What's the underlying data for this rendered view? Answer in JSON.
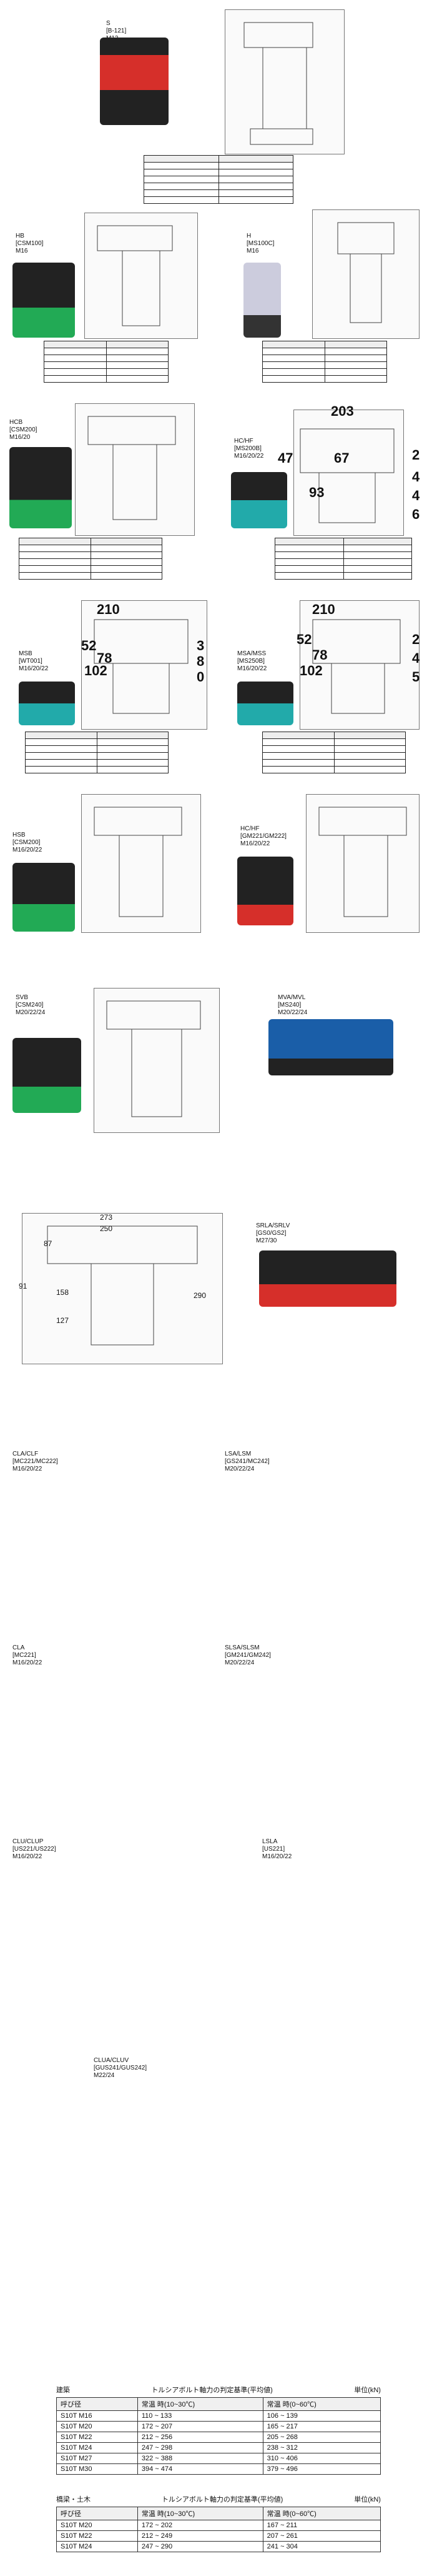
{
  "models": [
    {
      "id": "m12",
      "label_lines": [
        "S",
        "[B-121]",
        "M12"
      ]
    },
    {
      "id": "hb",
      "label_lines": [
        "HB",
        "[CSM100]",
        "M16"
      ]
    },
    {
      "id": "h",
      "label_lines": [
        "H",
        "[MS100C]",
        "M16"
      ]
    },
    {
      "id": "hcb",
      "label_lines": [
        "HCB",
        "[CSM200]",
        "M16/20"
      ]
    },
    {
      "id": "hc_hf",
      "label_lines": [
        "HC/HF",
        "[MS200B]",
        "M16/20/22"
      ]
    },
    {
      "id": "msb",
      "label_lines": [
        "MSB",
        "[WT001]",
        "M16/20/22"
      ]
    },
    {
      "id": "msa_mss",
      "label_lines": [
        "MSA/MSS",
        "[MS250B]",
        "M16/20/22"
      ]
    },
    {
      "id": "hsb",
      "label_lines": [
        "HSB",
        "[CSM200]",
        "M16/20/22"
      ]
    },
    {
      "id": "hc_hf2",
      "label_lines": [
        "HC/HF",
        "[GM221/GM222]",
        "M16/20/22"
      ]
    },
    {
      "id": "svb",
      "label_lines": [
        "SVB",
        "[CSM240]",
        "M20/22/24"
      ]
    },
    {
      "id": "mva_mvl",
      "label_lines": [
        "MVA/MVL",
        "[MS240]",
        "M20/22/24"
      ]
    },
    {
      "id": "srla",
      "label_lines": [
        "SRLA/SRLV",
        "[GS0/GS2]",
        "M27/30"
      ]
    },
    {
      "id": "cla_clf",
      "label_lines": [
        "CLA/CLF",
        "[MC221/MC222]",
        "M16/20/22"
      ]
    },
    {
      "id": "lsa_lsm",
      "label_lines": [
        "LSA/LSM",
        "[GS241/MC242]",
        "M20/22/24"
      ]
    },
    {
      "id": "cla2",
      "label_lines": [
        "CLA",
        "[MC221]",
        "M16/20/22"
      ]
    },
    {
      "id": "slsa",
      "label_lines": [
        "SLSA/SLSM",
        "[GM241/GM242]",
        "M20/22/24"
      ]
    },
    {
      "id": "clu",
      "label_lines": [
        "CLU/CLUP",
        "[US221/US222]",
        "M16/20/22"
      ]
    },
    {
      "id": "lsla",
      "label_lines": [
        "LSLA",
        "[US221]",
        "M16/20/22"
      ]
    },
    {
      "id": "clua",
      "label_lines": [
        "CLUA/CLUV",
        "[GUS241/GUS242]",
        "M22/24"
      ]
    }
  ],
  "dimensions": {
    "hc_hf": [
      "203",
      "47",
      "67",
      "93",
      "2",
      "4",
      "4",
      "6"
    ],
    "msa_mss": [
      "210",
      "52",
      "78",
      "102",
      "2",
      "4",
      "5"
    ],
    "msb": [
      "210",
      "52",
      "78",
      "102",
      "3",
      "8",
      "0"
    ],
    "srla": [
      "273",
      "250",
      "87",
      "158",
      "127",
      "91",
      "290"
    ]
  },
  "strength_1": {
    "title": "トルシアボルト軸力の判定基準(平均値)",
    "left_cap": "建築",
    "unit": "単位(kN)",
    "header": [
      "呼び径",
      "常温 時(10~30℃)",
      "常温 時(0~60℃)"
    ],
    "rows": [
      [
        "S10T M16",
        "110 ~ 133",
        "106 ~ 139"
      ],
      [
        "S10T M20",
        "172 ~ 207",
        "165 ~ 217"
      ],
      [
        "S10T M22",
        "212 ~ 256",
        "205 ~ 268"
      ],
      [
        "S10T M24",
        "247 ~ 298",
        "238 ~ 312"
      ],
      [
        "S10T M27",
        "322 ~ 388",
        "310 ~ 406"
      ],
      [
        "S10T M30",
        "394 ~ 474",
        "379 ~ 496"
      ]
    ]
  },
  "strength_2": {
    "title": "トルシアボルト軸力の判定基準(平均値)",
    "left_cap": "橋梁・土木",
    "unit": "単位(kN)",
    "header": [
      "呼び径",
      "常温 時(10~30℃)",
      "常温 時(0~60℃)"
    ],
    "rows": [
      [
        "S10T M20",
        "172 ~ 202",
        "167 ~ 211"
      ],
      [
        "S10T M22",
        "212 ~ 249",
        "207 ~ 261"
      ],
      [
        "S10T M24",
        "247 ~ 290",
        "241 ~ 304"
      ]
    ]
  }
}
